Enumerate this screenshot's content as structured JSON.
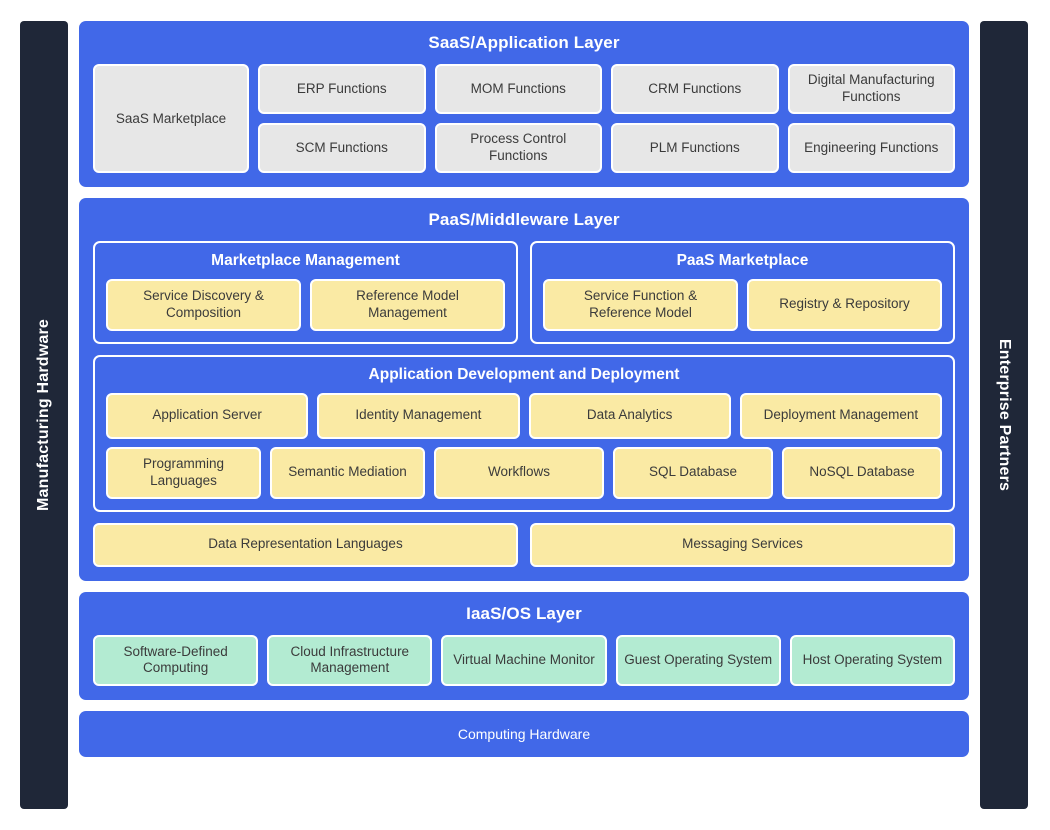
{
  "colors": {
    "layer_blue": "#4168E8",
    "side_bar_dark": "#1F2738",
    "saas_gray": "#E7E7E7",
    "paas_yellow": "#FAEAA4",
    "iaas_green": "#B3EBD2",
    "border_white": "#FFFFFF"
  },
  "side_bars": {
    "left_label": "Manufacturing Hardware",
    "right_label": "Enterprise Partners"
  },
  "saas_layer": {
    "title": "SaaS/Application Layer",
    "marketplace_label": "SaaS Marketplace",
    "functions": [
      "ERP Functions",
      "MOM Functions",
      "CRM Functions",
      "Digital Manufacturing Functions",
      "SCM Functions",
      "Process Control Functions",
      "PLM Functions",
      "Engineering Functions"
    ]
  },
  "paas_layer": {
    "title": "PaaS/Middleware Layer",
    "marketplace_management": {
      "title": "Marketplace Management",
      "items": [
        "Service Discovery & Composition",
        "Reference Model Management"
      ]
    },
    "paas_marketplace": {
      "title": "PaaS Marketplace",
      "items": [
        "Service Function & Reference Model",
        "Registry & Repository"
      ]
    },
    "app_dev": {
      "title": "Application Development and Deployment",
      "row1": [
        "Application Server",
        "Identity Management",
        "Data Analytics",
        "Deployment Management"
      ],
      "row2": [
        "Programming Languages",
        "Semantic Mediation",
        "Workflows",
        "SQL Database",
        "NoSQL Database"
      ]
    },
    "bottom_services": [
      "Data Representation Languages",
      "Messaging Services"
    ]
  },
  "iaas_layer": {
    "title": "IaaS/OS Layer",
    "items": [
      "Software-Defined Computing",
      "Cloud Infrastructure Management",
      "Virtual Machine Monitor",
      "Guest Operating System",
      "Host Operating System"
    ]
  },
  "computing_hardware": {
    "label": "Computing Hardware"
  }
}
